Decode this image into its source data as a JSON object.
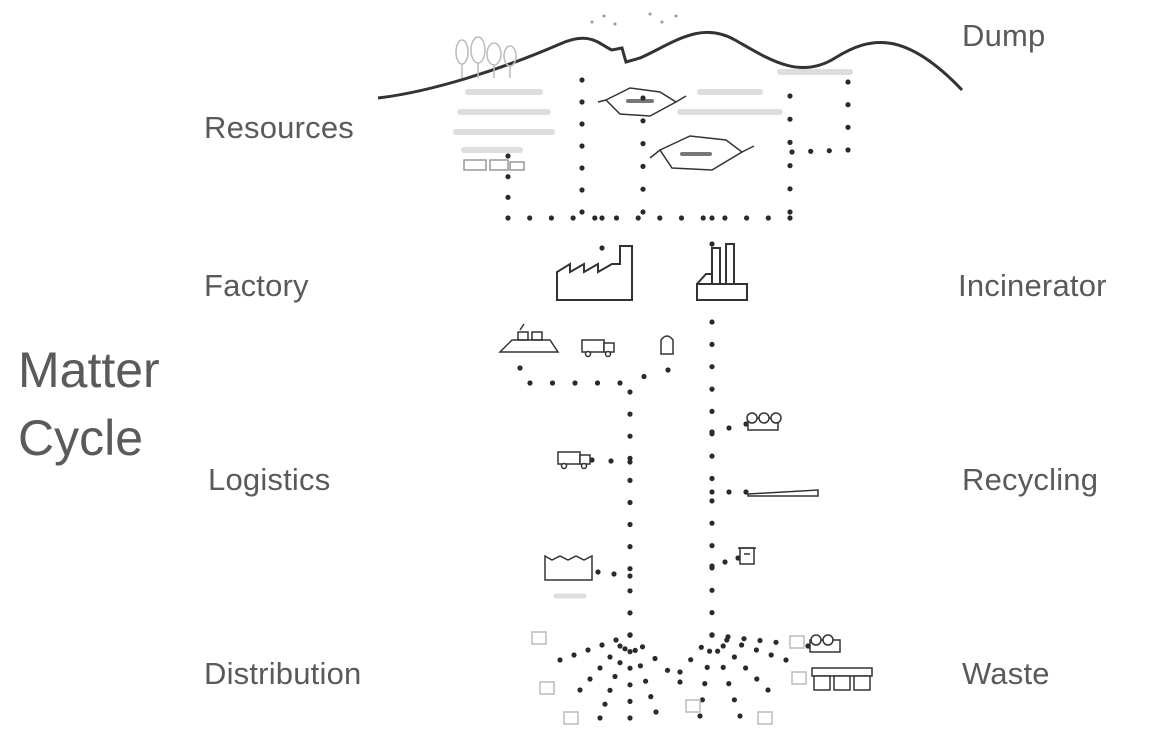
{
  "title": {
    "line1": "Matter",
    "line2": "Cycle"
  },
  "stages": {
    "dump": "Dump",
    "resources": "Resources",
    "factory": "Factory",
    "incinerator": "Incinerator",
    "logistics": "Logistics",
    "recycling": "Recycling",
    "distribution": "Distribution",
    "waste": "Waste"
  },
  "colors": {
    "ink": "#333333",
    "text": "#5a5a5a",
    "faint": "#bbbbbb",
    "dot": "#2a2a2a"
  }
}
